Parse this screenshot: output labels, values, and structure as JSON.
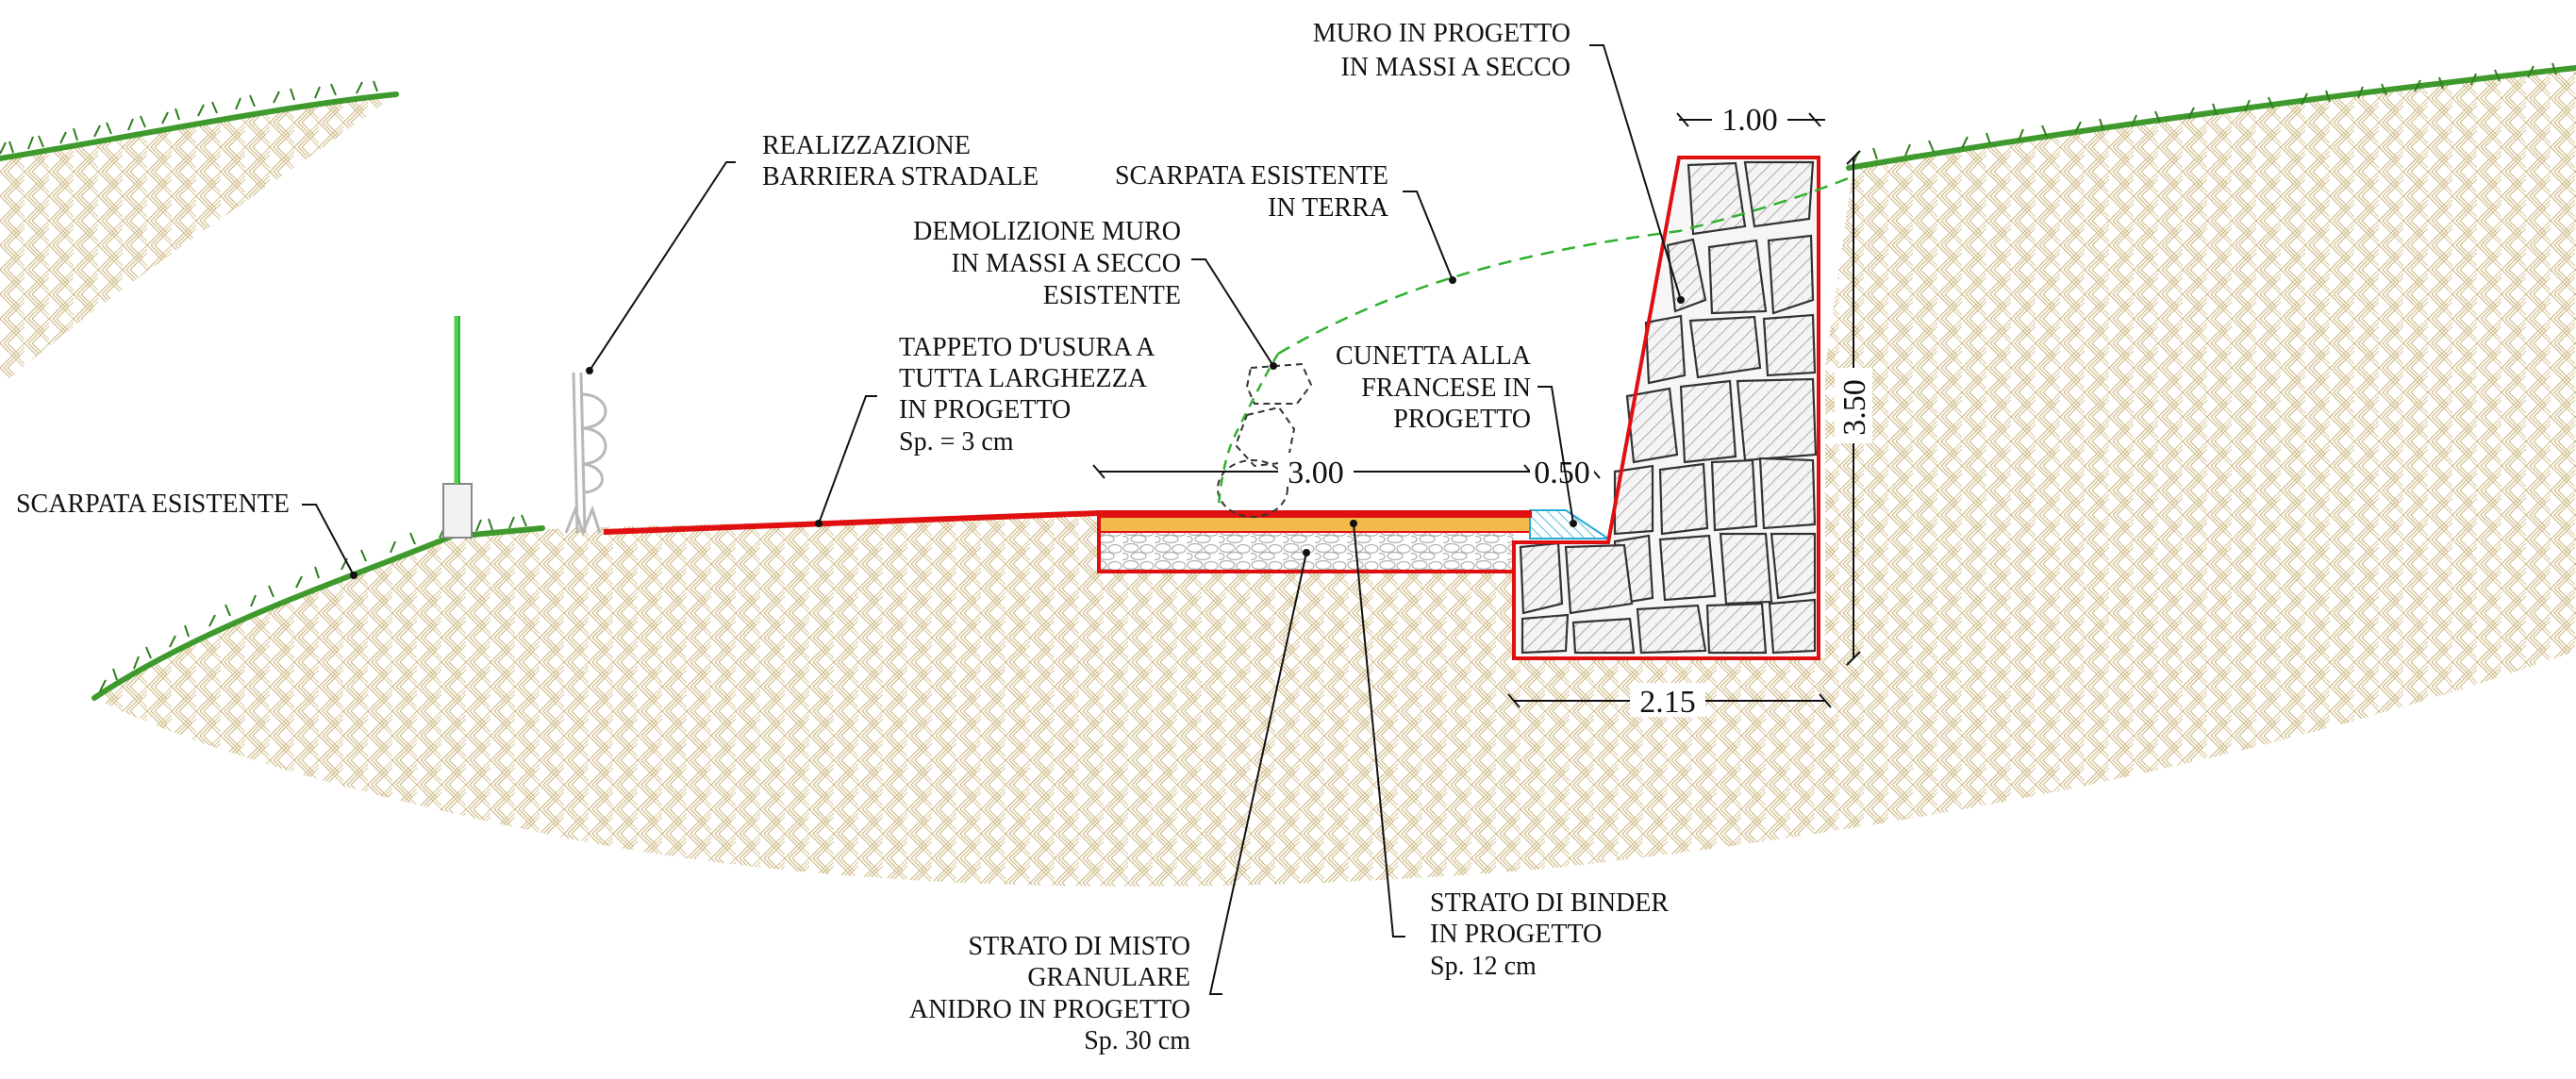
{
  "labels": {
    "muro_progetto": [
      "MURO IN PROGETTO",
      "IN MASSI A SECCO"
    ],
    "barriera": [
      "REALIZZAZIONE",
      "BARRIERA STRADALE"
    ],
    "scarpata_terra": [
      "SCARPATA ESISTENTE",
      "IN TERRA"
    ],
    "demolizione": [
      "DEMOLIZIONE MURO",
      "IN MASSI A SECCO",
      "ESISTENTE"
    ],
    "tappeto": [
      "TAPPETO D'USURA A",
      "TUTTA LARGHEZZA",
      "IN PROGETTO",
      "Sp. = 3 cm"
    ],
    "cunetta": [
      "CUNETTA ALLA",
      "FRANCESE IN",
      "PROGETTO"
    ],
    "scarpata_sinistra": [
      "SCARPATA ESISTENTE"
    ],
    "binder": [
      "STRATO DI BINDER",
      "IN PROGETTO",
      "Sp. 12 cm"
    ],
    "misto": [
      "STRATO DI MISTO",
      "GRANULARE",
      "ANIDRO IN PROGETTO",
      "Sp. 30 cm"
    ]
  },
  "dimensions": {
    "wall_top_width": "1.00",
    "road_width": "3.00",
    "gutter_width": "0.50",
    "wall_height": "3.50",
    "wall_base_width": "2.15"
  },
  "colors": {
    "project_outline": "#e01010",
    "soil_hatch": "#c9b17a",
    "grass": "#3e9a2c",
    "existing_slope_dashed": "#2fb12f",
    "binder_layer": "#f3b94a",
    "gutter_hatch": "#27a9d6"
  }
}
